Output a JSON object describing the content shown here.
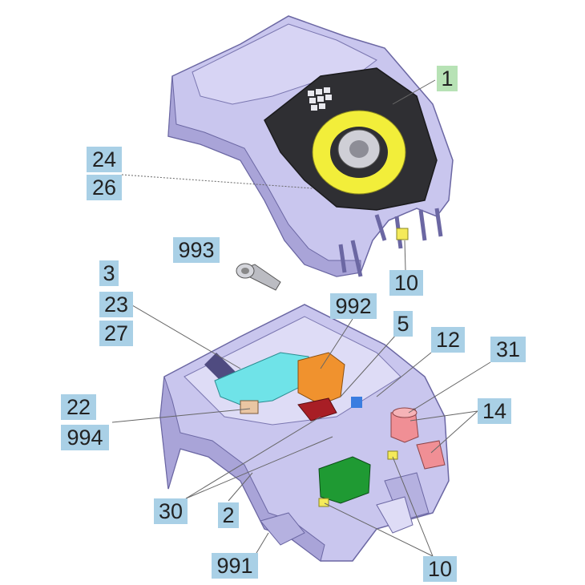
{
  "callouts": {
    "c1": "1",
    "c24": "24",
    "c26": "26",
    "c993": "993",
    "c10_top": "10",
    "c3": "3",
    "c23": "23",
    "c27": "27",
    "c992": "992",
    "c5": "5",
    "c12": "12",
    "c31": "31",
    "c22": "22",
    "c994": "994",
    "c14": "14",
    "c30": "30",
    "c2": "2",
    "c991": "991",
    "c10_bottom": "10"
  },
  "colors": {
    "housing": "#c9c6ee",
    "housing_shade": "#a9a4d8",
    "callout_blue": "#a9d0e6",
    "callout_green": "#b7e2b5",
    "panel_dark": "#2f2f33",
    "ring_yellow": "#f2ee3a",
    "board_cyan": "#6fe3e8",
    "relay_orange": "#f0922e",
    "module_green": "#1f9a33",
    "block_red": "#a81e25",
    "cap_pink": "#f08f95"
  }
}
